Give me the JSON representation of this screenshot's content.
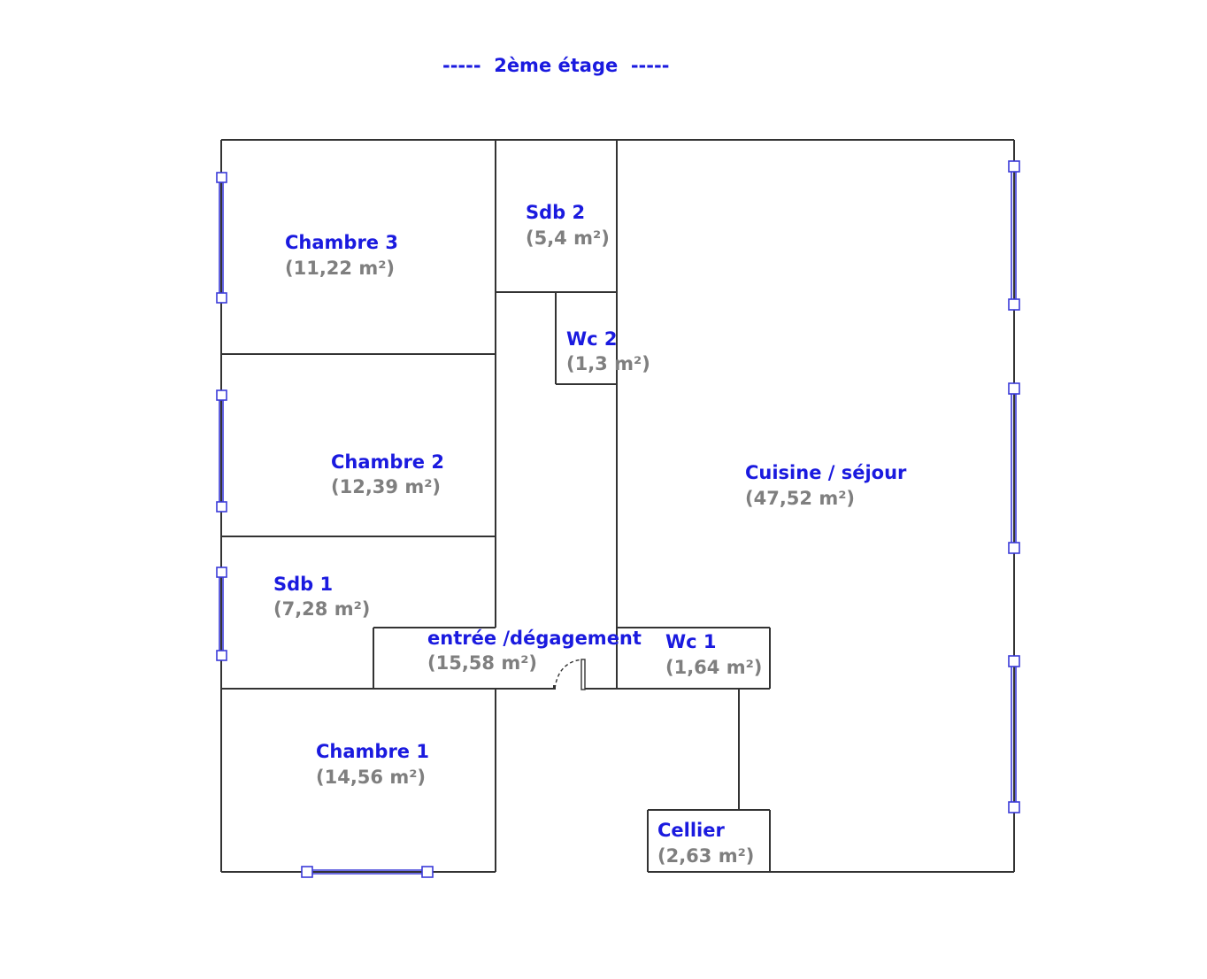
{
  "floor_title": "-----  2ème étage  -----",
  "rooms": {
    "chambre3": {
      "name": "Chambre 3",
      "area": "(11,22 m²)"
    },
    "sdb2": {
      "name": "Sdb 2",
      "area": "(5,4 m²)"
    },
    "wc2": {
      "name": "Wc 2",
      "area": "(1,3 m²)"
    },
    "chambre2": {
      "name": "Chambre 2",
      "area": "(12,39 m²)"
    },
    "cuisine": {
      "name": "Cuisine / séjour",
      "area": "(47,52 m²)"
    },
    "sdb1": {
      "name": "Sdb 1",
      "area": "(7,28 m²)"
    },
    "entree": {
      "name": "entrée /dégagement",
      "area": "(15,58 m²)"
    },
    "wc1": {
      "name": "Wc 1",
      "area": "(1,64 m²)"
    },
    "chambre1": {
      "name": "Chambre 1",
      "area": "(14,56 m²)"
    },
    "cellier": {
      "name": "Cellier",
      "area": "(2,63 m²)"
    }
  },
  "colors": {
    "label": "#1a1adf",
    "area": "#7f7f7f",
    "wall": "#333333",
    "window": "#3a3ad8"
  }
}
